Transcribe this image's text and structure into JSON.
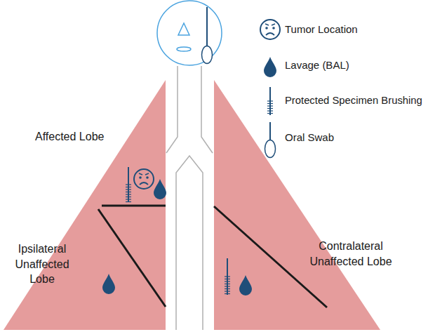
{
  "diagram": {
    "labels": [
      "Affected Lobe",
      "Ipsilateral Unaffected Lobe",
      "Contralateral Unaffected Lobe"
    ],
    "legend": [
      {
        "text": "Tumor Location"
      },
      {
        "text": "Lavage (BAL)"
      },
      {
        "text": "Protected Specimen Brushing"
      },
      {
        "text": "Oral Swab"
      }
    ]
  }
}
